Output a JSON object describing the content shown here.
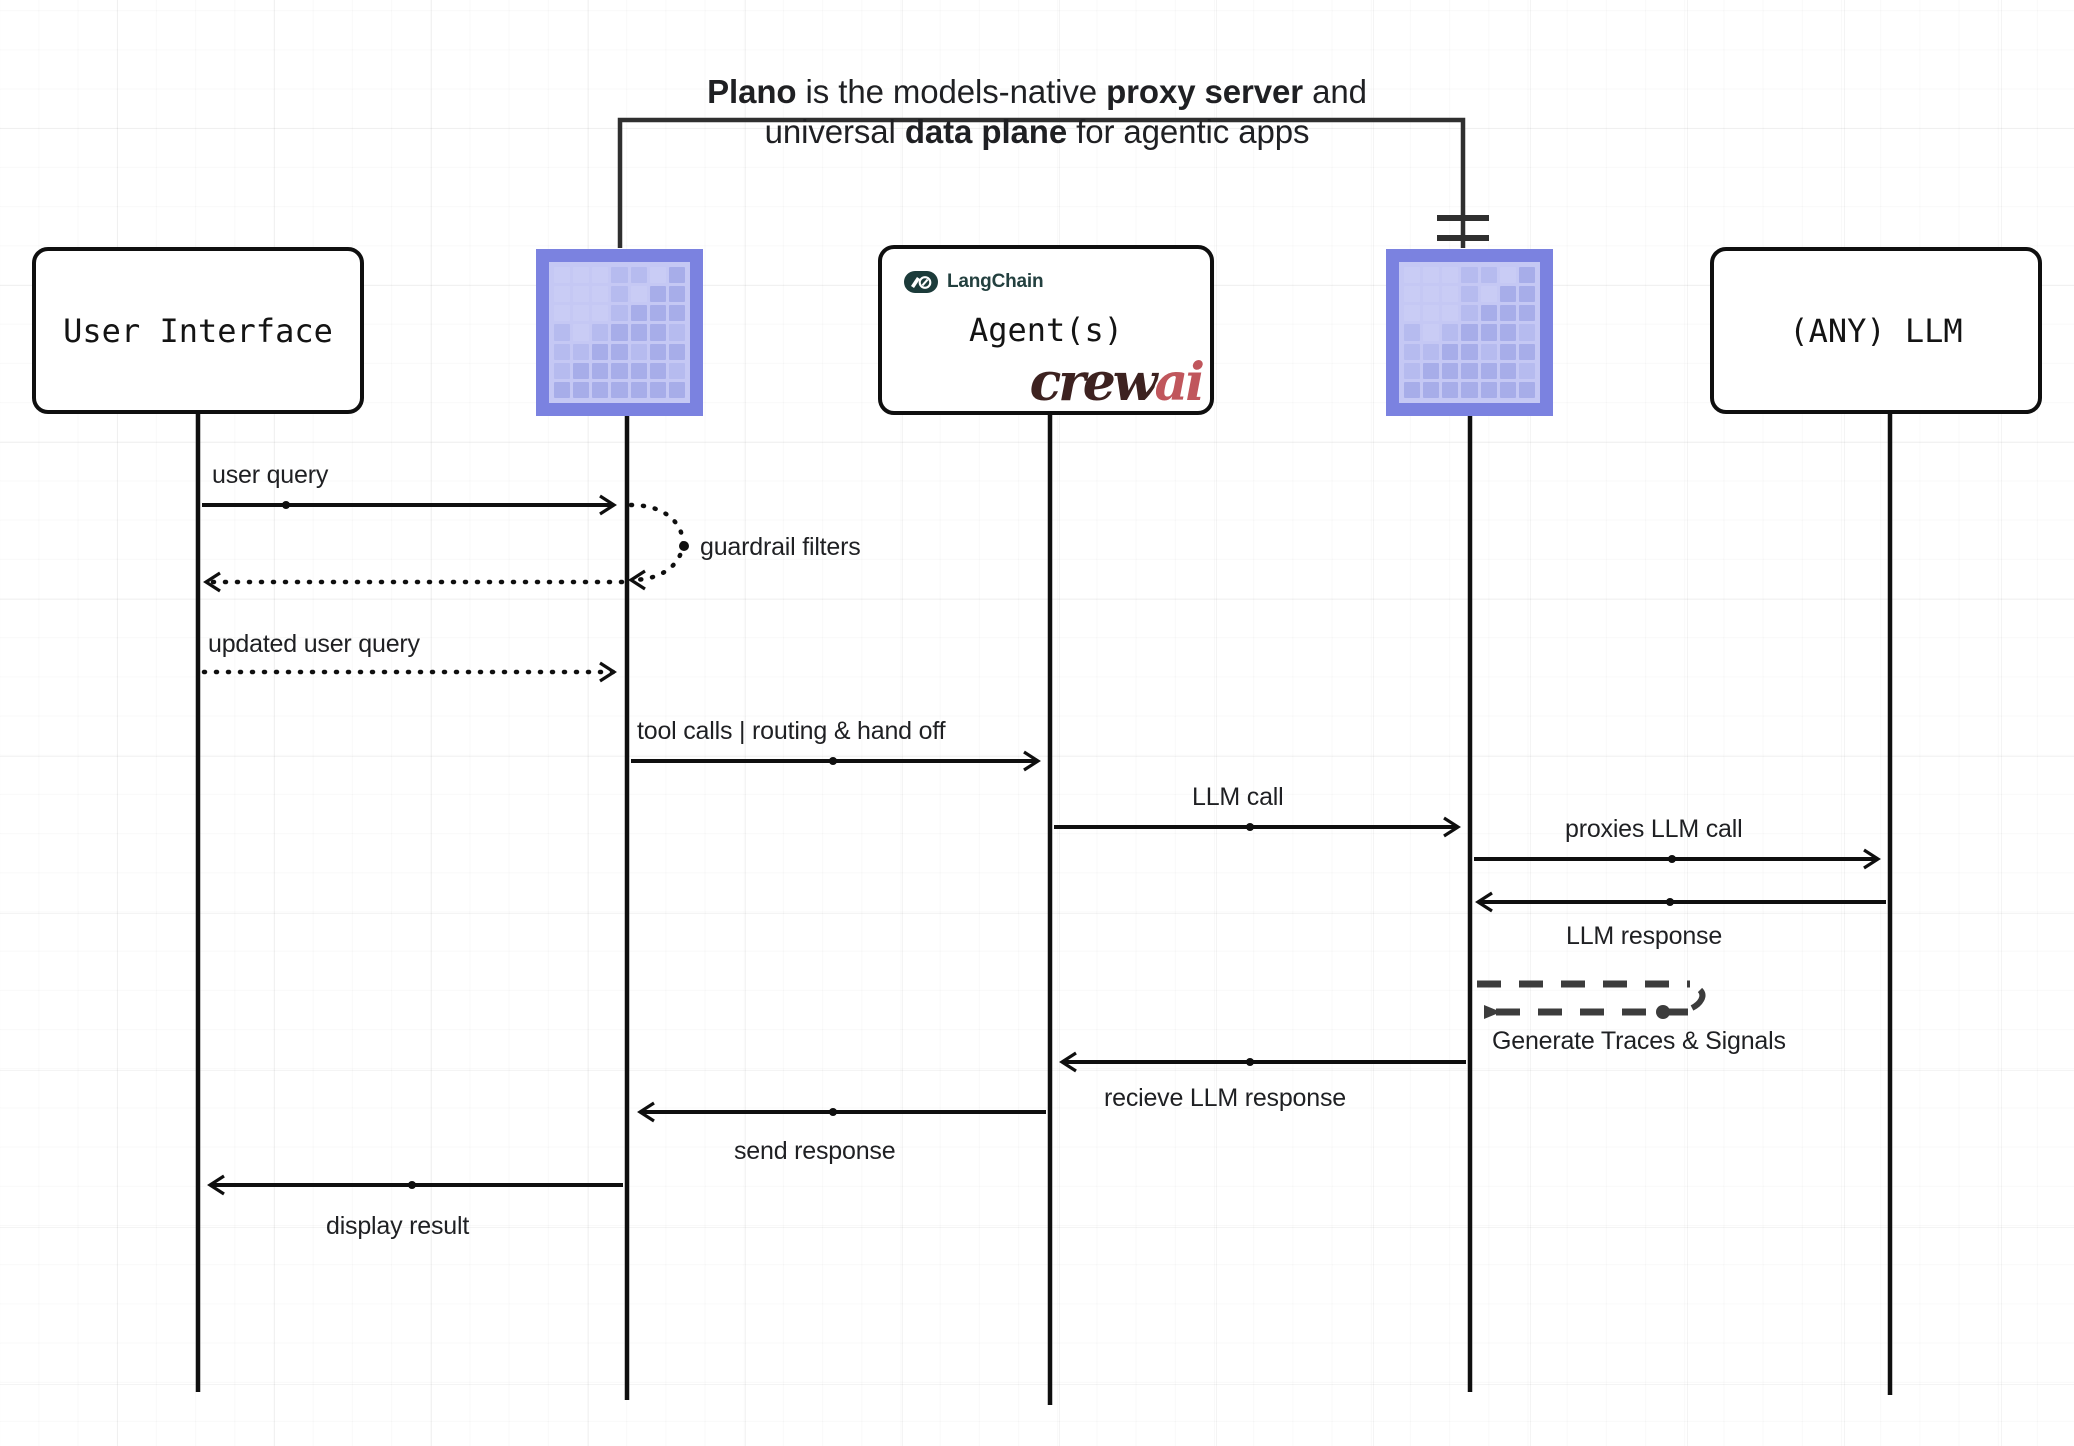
{
  "diagram": {
    "type": "sequence-diagram",
    "title": {
      "line1_pre": "Plano",
      "line1_mid": " is the models-native ",
      "line1_bold2": "proxy server",
      "line1_post": " and",
      "line2_pre": "universal ",
      "line2_bold": "data plane",
      "line2_post": " for agentic apps",
      "full_text": "Plano is the models-native proxy server and universal data plane for agentic apps"
    },
    "participants": [
      {
        "id": "ui",
        "label": "User Interface",
        "kind": "box"
      },
      {
        "id": "plano_in",
        "label": "",
        "kind": "logo",
        "logo": "plano-matrix-icon"
      },
      {
        "id": "agents",
        "label": "Agent(s)",
        "kind": "box",
        "logos": [
          "langchain-logo",
          "crewai-logo"
        ]
      },
      {
        "id": "plano_out",
        "label": "",
        "kind": "logo",
        "logo": "plano-matrix-icon"
      },
      {
        "id": "llm",
        "label": "(ANY) LLM",
        "kind": "box"
      }
    ],
    "brand_logos": {
      "langchain": "LangChain",
      "crewai_part1": "crew",
      "crewai_part2": "ai"
    },
    "equality_marker": "equals-sign-icon",
    "messages": [
      {
        "label": "user query",
        "from": "ui",
        "to": "plano_in",
        "style": "solid",
        "dir": "right"
      },
      {
        "label": "guardrail filters",
        "from": "plano_in",
        "to": "plano_in",
        "style": "dotted",
        "dir": "self"
      },
      {
        "label": "",
        "from": "plano_in",
        "to": "ui",
        "style": "dotted",
        "dir": "left"
      },
      {
        "label": "updated user query",
        "from": "ui",
        "to": "plano_in",
        "style": "dotted",
        "dir": "right"
      },
      {
        "label": "tool calls | routing & hand off",
        "from": "plano_in",
        "to": "agents",
        "style": "solid",
        "dir": "right"
      },
      {
        "label": "LLM call",
        "from": "agents",
        "to": "plano_out",
        "style": "solid",
        "dir": "right"
      },
      {
        "label": "proxies LLM call",
        "from": "plano_out",
        "to": "llm",
        "style": "solid",
        "dir": "right"
      },
      {
        "label": "LLM response",
        "from": "llm",
        "to": "plano_out",
        "style": "solid",
        "dir": "left"
      },
      {
        "label": "Generate Traces & Signals",
        "from": "plano_out",
        "to": "plano_out",
        "style": "dashed",
        "dir": "self"
      },
      {
        "label": "recieve LLM response",
        "from": "plano_out",
        "to": "agents",
        "style": "solid",
        "dir": "left"
      },
      {
        "label": "send response",
        "from": "agents",
        "to": "plano_in",
        "style": "solid",
        "dir": "left"
      },
      {
        "label": "display result",
        "from": "plano_in",
        "to": "ui",
        "style": "solid",
        "dir": "left"
      }
    ],
    "colors": {
      "plano_purple": "#7b82e0",
      "plano_light": "#c5c8f4",
      "stroke": "#0f0f0f",
      "text": "#1f2023",
      "langchain": "#1c3b3a",
      "crewai_dark": "#3d2220",
      "crewai_red": "#c0565c"
    }
  }
}
